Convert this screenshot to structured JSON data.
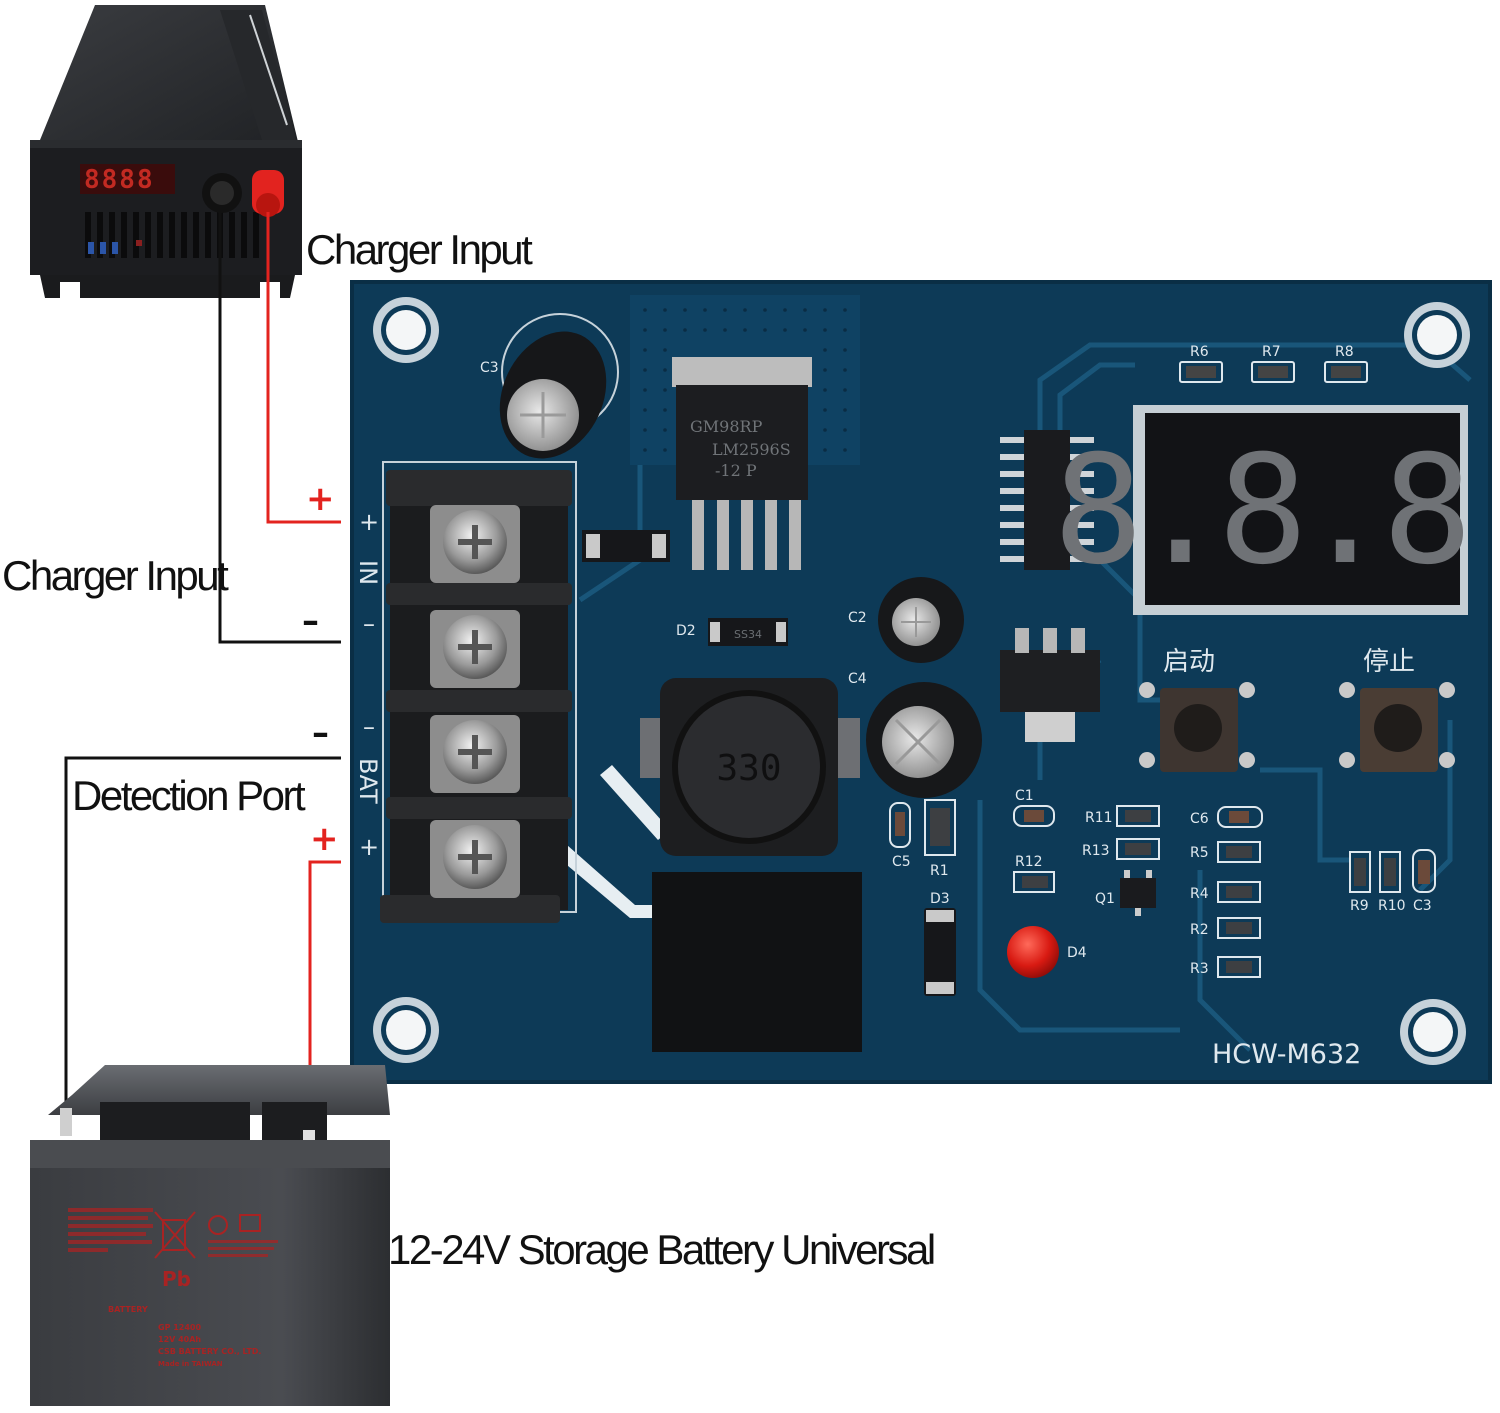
{
  "labels": {
    "charger_input_top": "Charger Input",
    "charger_input_left": "Charger Input",
    "detection_port": "Detection Port",
    "battery_caption": "12-24V Storage Battery Universal"
  },
  "wire_signs": {
    "in_plus": "+",
    "in_minus": "–",
    "bat_minus": "–",
    "bat_plus": "+"
  },
  "colors": {
    "positive_wire": "#e3231f",
    "negative_wire": "#111111",
    "pcb": "#0d3a57",
    "silkscreen": "#dfe8ee"
  },
  "pcb": {
    "model": "HCW-M632",
    "terminal_labels": {
      "in": "IN",
      "bat": "BAT",
      "in_plus": "+",
      "in_minus": "–",
      "bat_minus": "–",
      "bat_plus": "+"
    },
    "buttons": {
      "start": "启动",
      "stop": "停止"
    },
    "display_digits": "8.8.8.",
    "inductor_marking": "330",
    "regulator_marking": [
      "GM98RP",
      "LM2596S",
      "-12  P"
    ],
    "diode_marking": "SS34",
    "designators": {
      "c3": "C3",
      "c2": "C2",
      "c4": "C4",
      "c5": "C5",
      "c1": "C1",
      "c6": "C6",
      "c3b": "C3",
      "d2": "D2",
      "d3": "D3",
      "d4": "D4",
      "r1": "R1",
      "r2": "R2",
      "r3": "R3",
      "r4": "R4",
      "r5": "R5",
      "r6": "R6",
      "r7": "R7",
      "r8": "R8",
      "r9": "R9",
      "r10": "R10",
      "r11": "R11",
      "r12": "R12",
      "r13": "R13",
      "q1": "Q1"
    }
  },
  "charger": {
    "display": "8888"
  },
  "battery": {
    "symbol": "Pb",
    "brand_line": "BATTERY",
    "model": "GP 12400",
    "rating": "12V 40Ah",
    "maker": "CSB BATTERY CO., LTD.",
    "origin": "Made in TAIWAN"
  }
}
